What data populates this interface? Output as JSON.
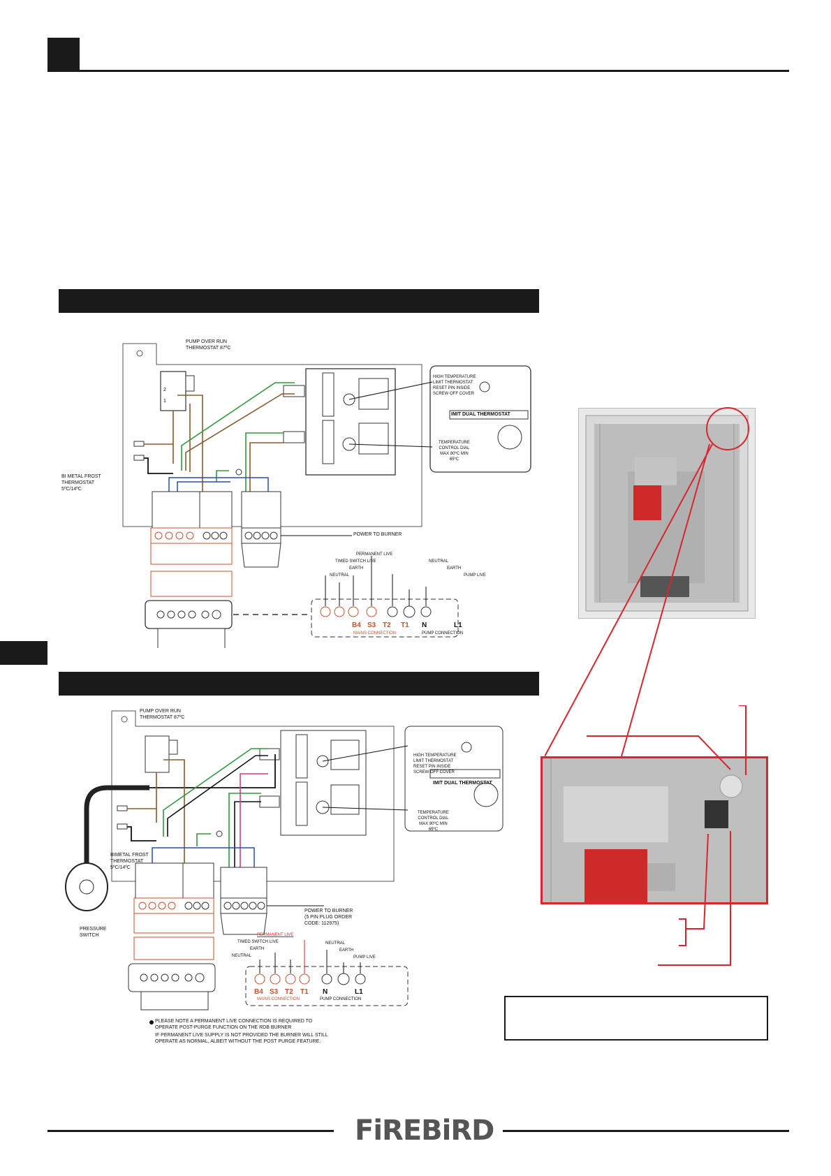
{
  "diagram1": {
    "labels": {
      "pump_over_run": [
        "PUMP OVER RUN",
        "THERMOSTAT 87ºC"
      ],
      "bimetal_frost": [
        "BI METAL FROST",
        "THERMOSTAT",
        "5ºC/14ºC"
      ],
      "high_temp": [
        "HIGH TEMPERATURE",
        "LIMIT THERMOSTAT",
        "RESET PIN INSIDE",
        "SCREW OFF COVER"
      ],
      "imit_dual": "IMIT DUAL THERMOSTAT",
      "temp_control": [
        "TEMPERATURE",
        "CONTROL DIAL",
        "MAX 80ºC MIN",
        "65ºC"
      ],
      "power_to_burner": "POWER TO BURNER",
      "permanent_live": "PERMANENT LIVE",
      "timed_switch_live": "TIMED SWITCH LIVE",
      "earth_left": "EARTH",
      "neutral_left": "NEUTRAL",
      "neutral_right": "NEUTRAL",
      "earth_right": "EARTH",
      "pump_live": "PUMP LIVE",
      "terminals": [
        "B4",
        "S3",
        "T2",
        "T1",
        "N",
        "L1"
      ],
      "mains_connection": "MAINS CONNECTION",
      "pump_connection": "PUMP CONNECTION"
    }
  },
  "diagram2": {
    "labels": {
      "pump_over_run": [
        "PUMP OVER RUN",
        "THERMOSTAT 87ºC"
      ],
      "bimetal_frost": [
        "BIMETAL FROST",
        "THERMOSTAT",
        "5ºC/14ºC"
      ],
      "high_temp": [
        "HIGH TEMPERATURE",
        "LIMIT THERMOSTAT",
        "RESET PIN INSIDE",
        "SCREW OFF COVER"
      ],
      "imit_dual": "IMIT DUAL THERMOSTAT",
      "temp_control": [
        "TEMPERATURE",
        "CONTROL DIAL",
        "MAX 80ºC MIN",
        "65ºC"
      ],
      "power_to_burner": [
        "POWER TO BURNER",
        "(5 PIN PLUG ORDER",
        "CODE: 112975)"
      ],
      "pressure_switch": [
        "PRESSURE",
        "SWITCH"
      ],
      "permanent_live": "PERMANENT LIVE",
      "timed_switch_live": "TIMED SWITCH LIVE",
      "earth_left": "EARTH",
      "neutral_left": "NEUTRAL",
      "neutral_right": "NEUTRAL",
      "earth_right": "EARTH",
      "pump_live": "PUMP LIVE",
      "terminals": [
        "B4",
        "S3",
        "T2",
        "T1",
        "N",
        "L1"
      ],
      "mains_connection": "MAINS CONNECTION",
      "pump_connection": "PUMP CONNECTION"
    },
    "notes": [
      [
        "PLEASE NOTE A PERMANENT LIVE CONNECTION IS REQUIRED TO",
        "OPERATE POST-PURGE FUNCTION ON THE RDB BURNER"
      ],
      [
        "IF PERMANENT LIVE SUPPLY IS NOT PROVIDED THE BURNER WILL STILL",
        "OPERATE AS NORMAL, ALBEIT WITHOUT THE POST PURGE FEATURE."
      ]
    ]
  },
  "brand": {
    "logo_text": "FiREBiRD"
  },
  "colors": {
    "accent_red": "#d8262c",
    "mains_orange": "#c8502e",
    "wire_brown": "#8a5a2b",
    "wire_green": "#2e9a3a",
    "wire_blue": "#2a4fb0",
    "wire_pink": "#d23c8c",
    "dark": "#1a1a1a"
  }
}
